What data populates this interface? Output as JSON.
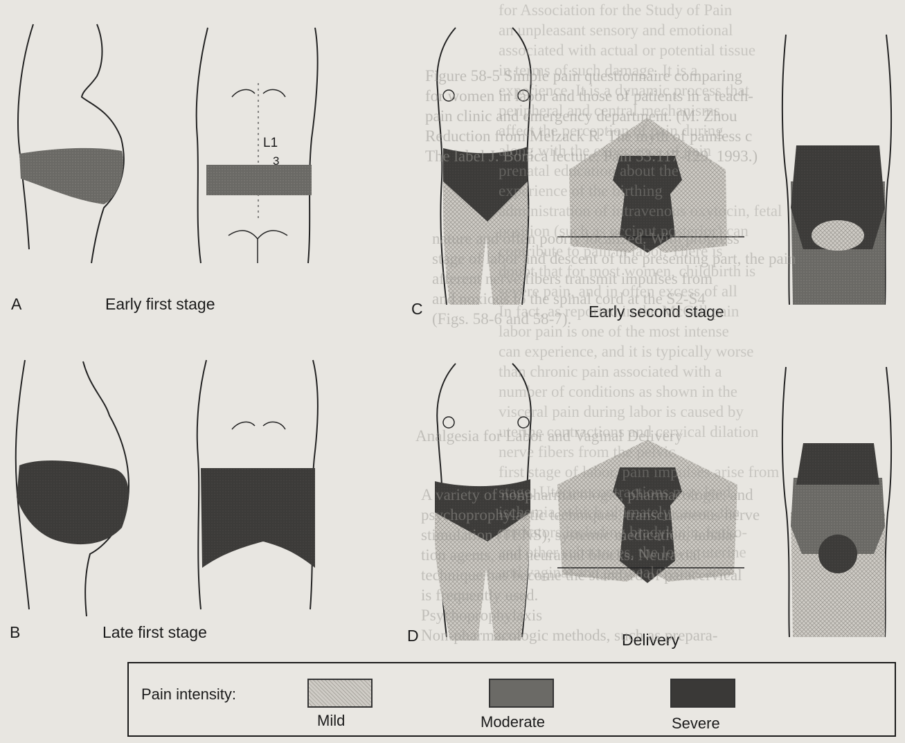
{
  "panels": [
    {
      "letter": "A",
      "stage": "Early first stage"
    },
    {
      "letter": "B",
      "stage": "Late first stage"
    },
    {
      "letter": "C",
      "stage": "Early second stage"
    },
    {
      "letter": "D",
      "stage": "Delivery"
    }
  ],
  "spine_labels": {
    "l1": "L1",
    "three": "3"
  },
  "legend": {
    "title": "Pain intensity:",
    "items": [
      {
        "label": "Mild",
        "color": "#c8c6c0"
      },
      {
        "label": "Moderate",
        "color": "#6b6a66"
      },
      {
        "label": "Severe",
        "color": "#3a3937"
      }
    ]
  },
  "background_text": {
    "left_col": [
      "Figure 58-5 Simple pain questionnaire comparing",
      "for women in labor and those of patients in a teach-",
      "pain clinic and emergency department. (M. Zhou",
      "Reduction from Melzack R: The myth of painless c",
      "The label J. Bonica lecture, Pain 53:117-129, 1993.)",
      "nature and often poorly localized. With progress",
      "stage of labor and descent of the presenting part, the pain",
      "afferent nerve fibers transmit impulses from",
      "and noxious to the spinal cord at the S2-S4",
      "(Figs. 58-6 and 58-7).",
      "Analgesia for Labor and Vaginal Delivery",
      "A variety of nonpharmacologic, pharmacologic, and",
      "psychoprophylactic techniques, transcutaneous nerve",
      "stimulation (TENS), systemic medication, inhala-",
      "tion agents, and neuraxial blocks. Neuraxial",
      "technique has become the standard of paracervical",
      "is frequently used.",
      "Psychoprophylaxis",
      "Non-pharmacologic methods, such as prepara-"
    ],
    "right_col": [
      "for Association for the Study of Pain",
      "an unpleasant sensory and emotional",
      "associated with actual or potential tissue",
      "in terms of such damage. It is a",
      "experience. It is a dynamic process that",
      "peripheral and central mechanisms.",
      "affect the perception of pain during",
      "along with the experience of pain",
      "prenatal education about the",
      "experience of the birthing",
      "administration of intravenous oxytocin, fetal",
      "position (such as occiput posterior) can",
      "contribute to pain in labor. There is",
      "doubt that for most women, childbirth is",
      "severe pain, and in often excess of all",
      "In fact, as reported in the McGill pain",
      "labor pain is one of the most intense",
      "can experience, and it is typically worse",
      "than chronic pain associated with a",
      "number of conditions as shown in the",
      "visceral pain during labor is caused by",
      "uterine contractions and cervical dilation",
      "nerve fibers from the pelvic",
      "first stage of labor, pain impulses arise from",
      "stage. Uterine contractions may lead",
      "ischemia, which ultimately causes the",
      "mediators including bradykinin, leuko-",
      "and other substances, the lower uterine",
      "and vaginal and perineal tissues also"
    ]
  }
}
